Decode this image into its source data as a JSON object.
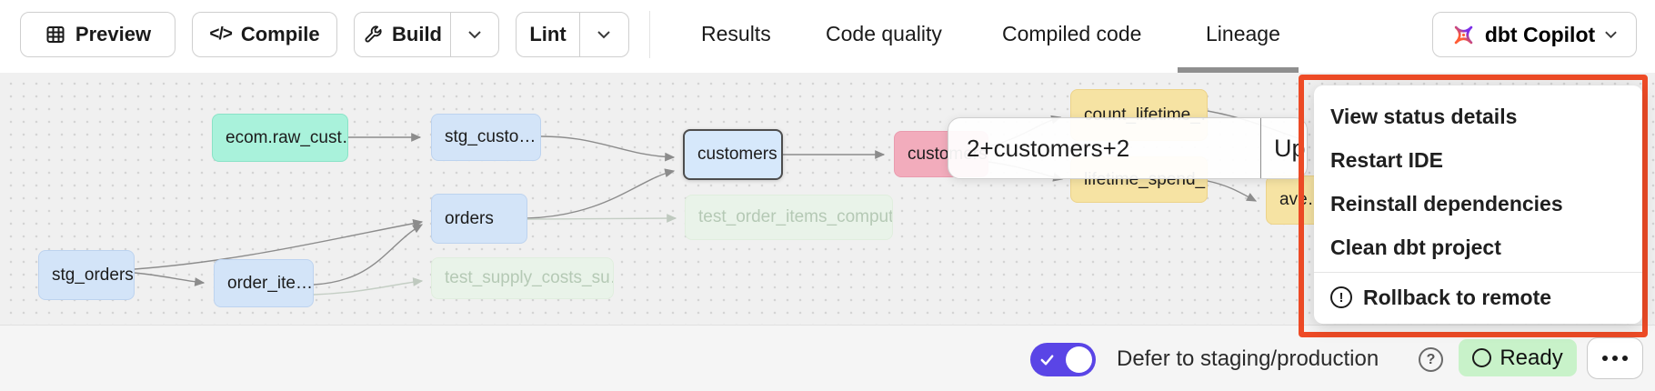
{
  "toolbar": {
    "preview_label": "Preview",
    "compile_label": "Compile",
    "build_label": "Build",
    "lint_label": "Lint",
    "compile_glyph": "</>"
  },
  "tabs": {
    "results": "Results",
    "code_quality": "Code quality",
    "compiled_code": "Compiled code",
    "lineage": "Lineage",
    "active": "Lineage"
  },
  "copilot": {
    "label": "dbt Copilot"
  },
  "menu": {
    "items": [
      {
        "label": "View status details"
      },
      {
        "label": "Restart IDE"
      },
      {
        "label": "Reinstall dependencies"
      },
      {
        "label": "Clean dbt project"
      }
    ],
    "warning_item": {
      "label": "Rollback to remote",
      "icon_glyph": "!"
    }
  },
  "lineage": {
    "selector": {
      "value": "2+customers+2",
      "update_label": "Up"
    },
    "nodes": [
      {
        "label": "ecom.raw_cust…",
        "type": "source"
      },
      {
        "label": "stg_custo…",
        "type": "model"
      },
      {
        "label": "customers",
        "type": "model-selected"
      },
      {
        "label": "orders",
        "type": "model"
      },
      {
        "label": "stg_orders",
        "type": "model"
      },
      {
        "label": "order_ite…",
        "type": "model"
      },
      {
        "label": "test_supply_costs_su…",
        "type": "test"
      },
      {
        "label": "test_order_items_comput…",
        "type": "test"
      },
      {
        "label": "customers",
        "type": "highlighted"
      },
      {
        "label": "count_lifetime_…",
        "type": "metric"
      },
      {
        "label": "lifetime_spend_…",
        "type": "metric"
      },
      {
        "label": "ave…",
        "type": "metric"
      }
    ]
  },
  "statusbar": {
    "defer_label": "Defer to staging/production",
    "help_glyph": "?",
    "ready_label": "Ready"
  },
  "icons": {
    "preview": "table-icon",
    "compile": "code-icon",
    "build": "wrench-icon",
    "dropdowns": "chevron-down-icon",
    "copilot": "dbt-copilot-icon",
    "rollback": "warning-circle-icon",
    "defer_help": "help-circle-icon",
    "ready": "status-circle-icon",
    "more": "ellipsis-icon"
  },
  "colors": {
    "accent_purple": "#5a45e6",
    "annotation_red": "#ee4b26",
    "ready_green_bg": "#c8f2c9",
    "node_blue": "#d3e4f8",
    "node_mint": "#a9f2db",
    "node_pink": "#f2acbc",
    "node_yellow": "#f6e3a3",
    "node_test_green": "#e9f3e9",
    "active_tab_underline": "#8f8f8f",
    "edge_gray": "#8c8c8c"
  }
}
